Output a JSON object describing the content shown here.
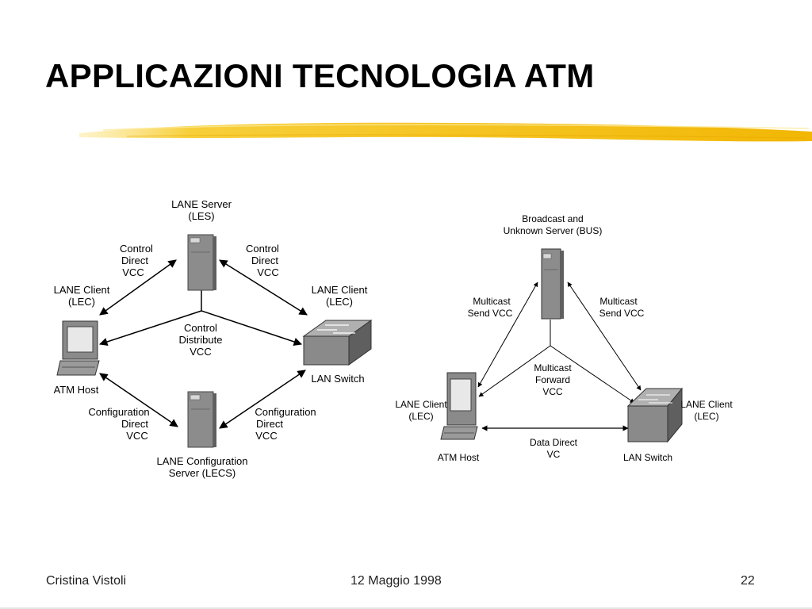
{
  "slide": {
    "title": "APPLICAZIONI TECNOLOGIA ATM",
    "accent_color": "#f5c518"
  },
  "diagram_left": {
    "les_label": [
      "LANE Server",
      "(LES)"
    ],
    "lecs_label": [
      "LANE Configuration",
      "Server (LECS)"
    ],
    "lec_left_label": [
      "LANE Client",
      "(LEC)"
    ],
    "lec_right_label": [
      "LANE Client",
      "(LEC)"
    ],
    "atm_host_label": "ATM Host",
    "lan_switch_label": "LAN Switch",
    "control_direct_left": [
      "Control",
      "Direct",
      "VCC"
    ],
    "control_direct_right": [
      "Control",
      "Direct",
      "VCC"
    ],
    "control_distribute": [
      "Control",
      "Distribute",
      "VCC"
    ],
    "config_direct_left": [
      "Configuration",
      "Direct",
      "VCC"
    ],
    "config_direct_right": [
      "Configuration",
      "Direct",
      "VCC"
    ]
  },
  "diagram_right": {
    "bus_label": [
      "Broadcast and",
      "Unknown Server (BUS)"
    ],
    "multicast_send_left": [
      "Multicast",
      "Send VCC"
    ],
    "multicast_send_right": [
      "Multicast",
      "Send VCC"
    ],
    "multicast_forward": [
      "Multicast",
      "Forward",
      "VCC"
    ],
    "lec_left_label": [
      "LANE Client",
      "(LEC)"
    ],
    "lec_right_label": [
      "LANE Client",
      "(LEC)"
    ],
    "atm_host_label": "ATM Host",
    "lan_switch_label": "LAN Switch",
    "data_direct": [
      "Data Direct",
      "VC"
    ]
  },
  "footer": {
    "author": "Cristina Vistoli",
    "date": "12 Maggio 1998",
    "page": "22"
  }
}
